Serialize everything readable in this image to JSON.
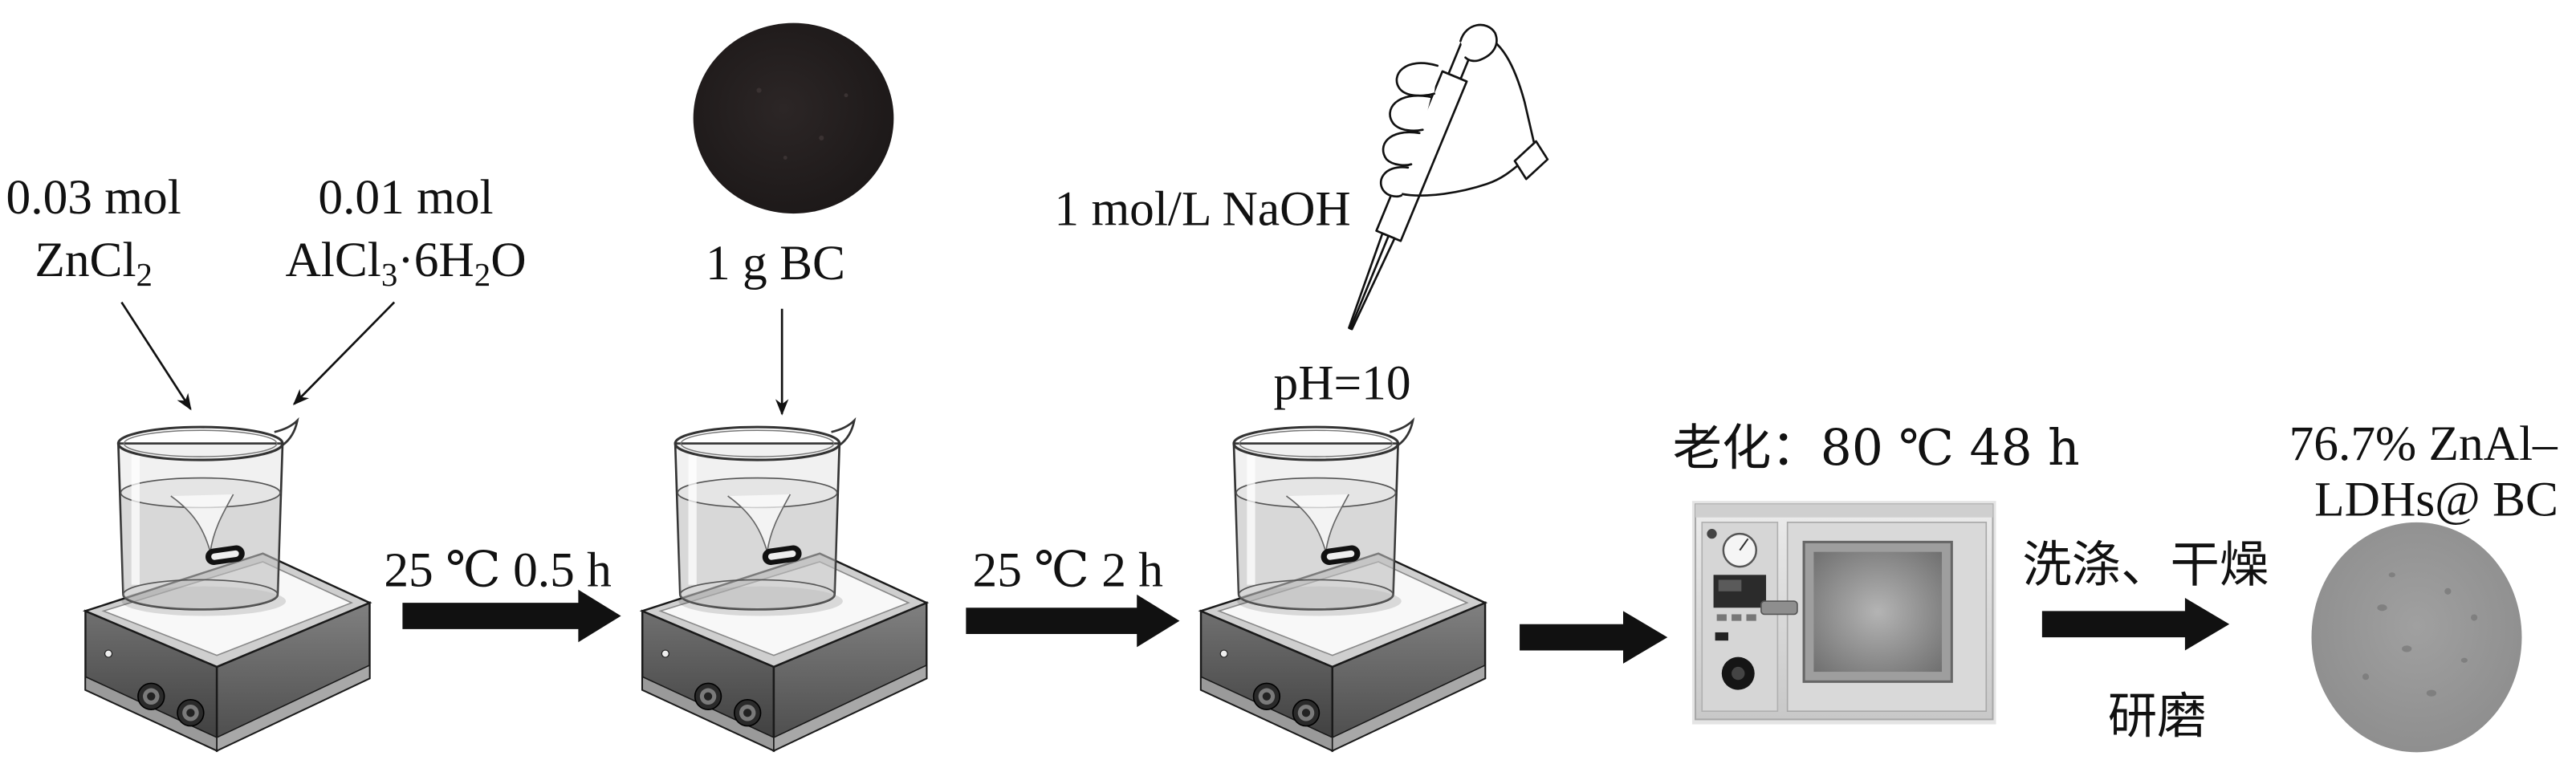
{
  "reagents": [
    {
      "amount": "0.03 mol",
      "formula": [
        {
          "t": "ZnCl"
        },
        {
          "t": "2",
          "sub": true
        }
      ]
    },
    {
      "amount": "0.01 mol",
      "formula": [
        {
          "t": "AlCl"
        },
        {
          "t": "3",
          "sub": true
        },
        {
          "t": "·6H"
        },
        {
          "t": "2",
          "sub": true
        },
        {
          "t": "O"
        }
      ]
    }
  ],
  "bc": {
    "label": "1 g BC"
  },
  "naoh": {
    "label": "1 mol/L NaOH",
    "ph": "pH=10"
  },
  "steps": {
    "stir_1": "25 ℃ 0.5 h",
    "stir_2": "25 ℃ 2 h",
    "aging": "老化：80 ℃ 48 h",
    "post_treatment_above": "洗涤、干燥",
    "post_treatment_below": "研磨"
  },
  "product": {
    "line_1": "76.7% ZnAl–",
    "line_2": "LDHs@ BC"
  },
  "colors": {
    "ink": "#111111",
    "bc_powder": "#1c1818",
    "product_powder": "#8d8d8d"
  }
}
